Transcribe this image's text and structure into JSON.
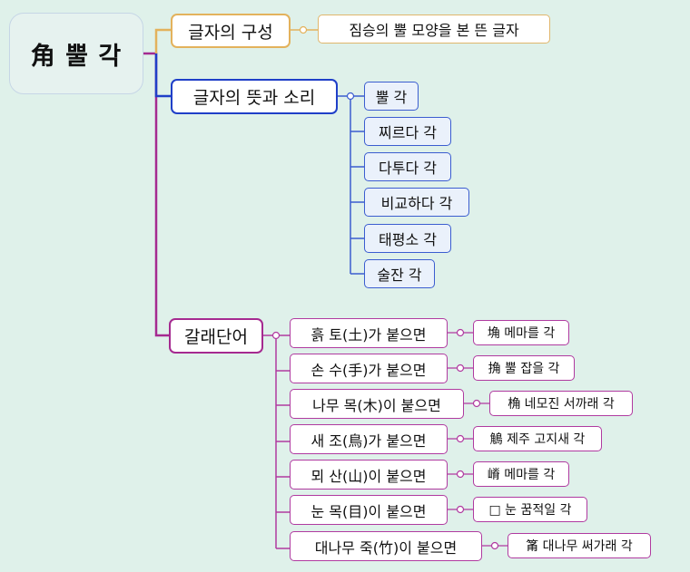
{
  "root": {
    "title": "角 뿔 각"
  },
  "branches": {
    "composition": {
      "label": "글자의 구성",
      "detail": "짐승의 뿔 모양을 본 뜬 글자"
    },
    "meaning": {
      "label": "글자의 뜻과 소리",
      "items": [
        "뿔 각",
        "찌르다 각",
        "다투다 각",
        "비교하다 각",
        "태평소 각",
        "술잔 각"
      ]
    },
    "derived": {
      "label": "갈래단어",
      "items": [
        {
          "label": "흙 토(土)가 붙으면",
          "word": "埆 메마를 각"
        },
        {
          "label": "손 수(手)가 붙으면",
          "word": "捔 뿔 잡을 각"
        },
        {
          "label": "나무 목(木)이 붙으면",
          "word": "桷 네모진 서까래 각"
        },
        {
          "label": "새 조(鳥)가 붙으면",
          "word": "鵤 제주 고지새 각"
        },
        {
          "label": "뫼 산(山)이 붙으면",
          "word": "嵴 메마를 각"
        },
        {
          "label": "눈 목(目)이 붙으면",
          "word": "□ 눈 꿈적일 각"
        },
        {
          "label": "대나무 죽(竹)이 붙으면",
          "word": "筩 대나무 써가래 각"
        }
      ]
    }
  },
  "colors": {
    "background": "#dff1ea",
    "composition": "#e3b25c",
    "meaning": "#1f3fc8",
    "derived": "#a52a90"
  }
}
